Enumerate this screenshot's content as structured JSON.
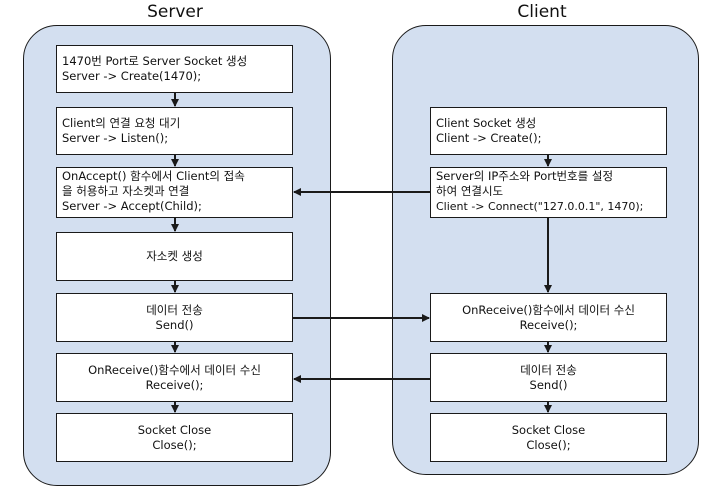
{
  "server": {
    "title": "Server",
    "boxes": [
      {
        "lines": [
          "1470번 Port로 Server Socket 생성",
          "Server -> Create(1470);"
        ]
      },
      {
        "lines": [
          "Client의 연결 요청 대기",
          "Server -> Listen();"
        ]
      },
      {
        "lines": [
          "OnAccept() 함수에서 Client의 접속",
          "을 허용하고 자소켓과 연결",
          "Server -> Accept(Child);"
        ]
      },
      {
        "lines": [
          "자소켓 생성"
        ]
      },
      {
        "lines": [
          "데이터 전송",
          "Send()"
        ]
      },
      {
        "lines": [
          "OnReceive()함수에서 데이터 수신",
          "Receive();"
        ]
      },
      {
        "lines": [
          "Socket Close",
          "Close();"
        ]
      }
    ]
  },
  "client": {
    "title": "Client",
    "boxes": [
      {
        "lines": [
          "Client Socket 생성",
          "Client -> Create();"
        ]
      },
      {
        "lines": [
          "Server의 IP주소와 Port번호를 설정",
          "하여 연결시도",
          "Client -> Connect(\"127.0.0.1\", 1470);"
        ]
      },
      {
        "lines": [
          "OnReceive()함수에서 데이터 수신",
          "Receive();"
        ]
      },
      {
        "lines": [
          "데이터 전송",
          "Send()"
        ]
      },
      {
        "lines": [
          "Socket Close",
          "Close();"
        ]
      }
    ]
  },
  "colors": {
    "panel": "#d3dff0",
    "border": "#1a1a1a",
    "box": "#ffffff"
  }
}
